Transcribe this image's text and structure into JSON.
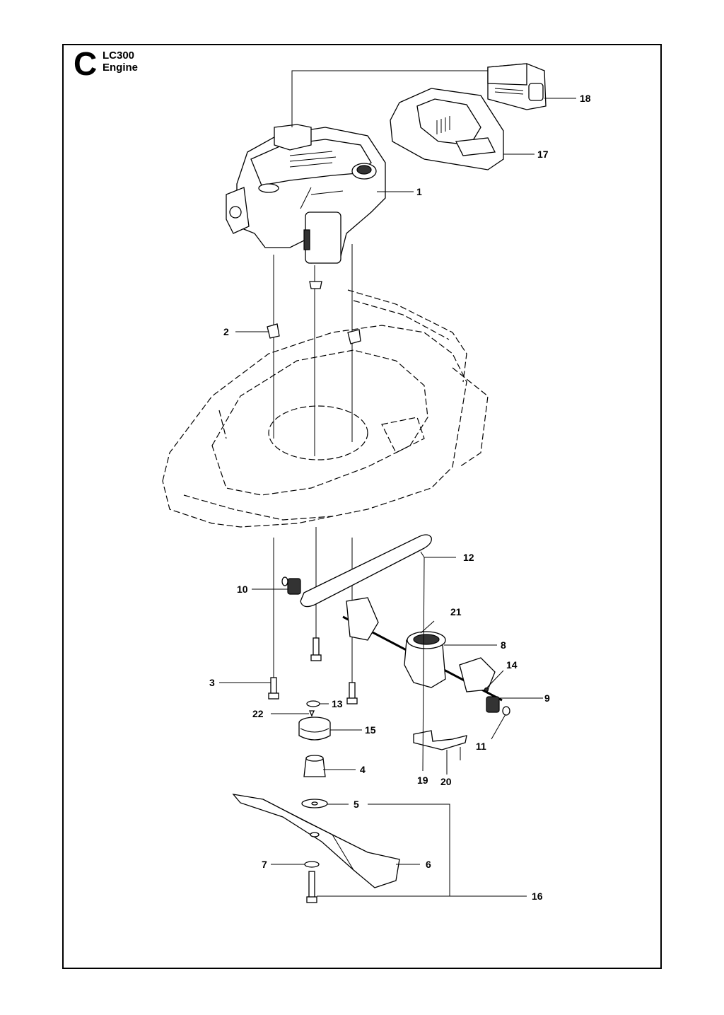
{
  "section": {
    "letter": "C",
    "model": "LC300",
    "name": "Engine"
  },
  "callouts": {
    "c1": "1",
    "c2": "2",
    "c3": "3",
    "c4": "4",
    "c5": "5",
    "c6": "6",
    "c7": "7",
    "c8": "8",
    "c9": "9",
    "c10": "10",
    "c11": "11",
    "c12": "12",
    "c13": "13",
    "c14": "14",
    "c15": "15",
    "c16": "16",
    "c17": "17",
    "c18": "18",
    "c19": "19",
    "c20": "20",
    "c21": "21",
    "c22": "22"
  }
}
